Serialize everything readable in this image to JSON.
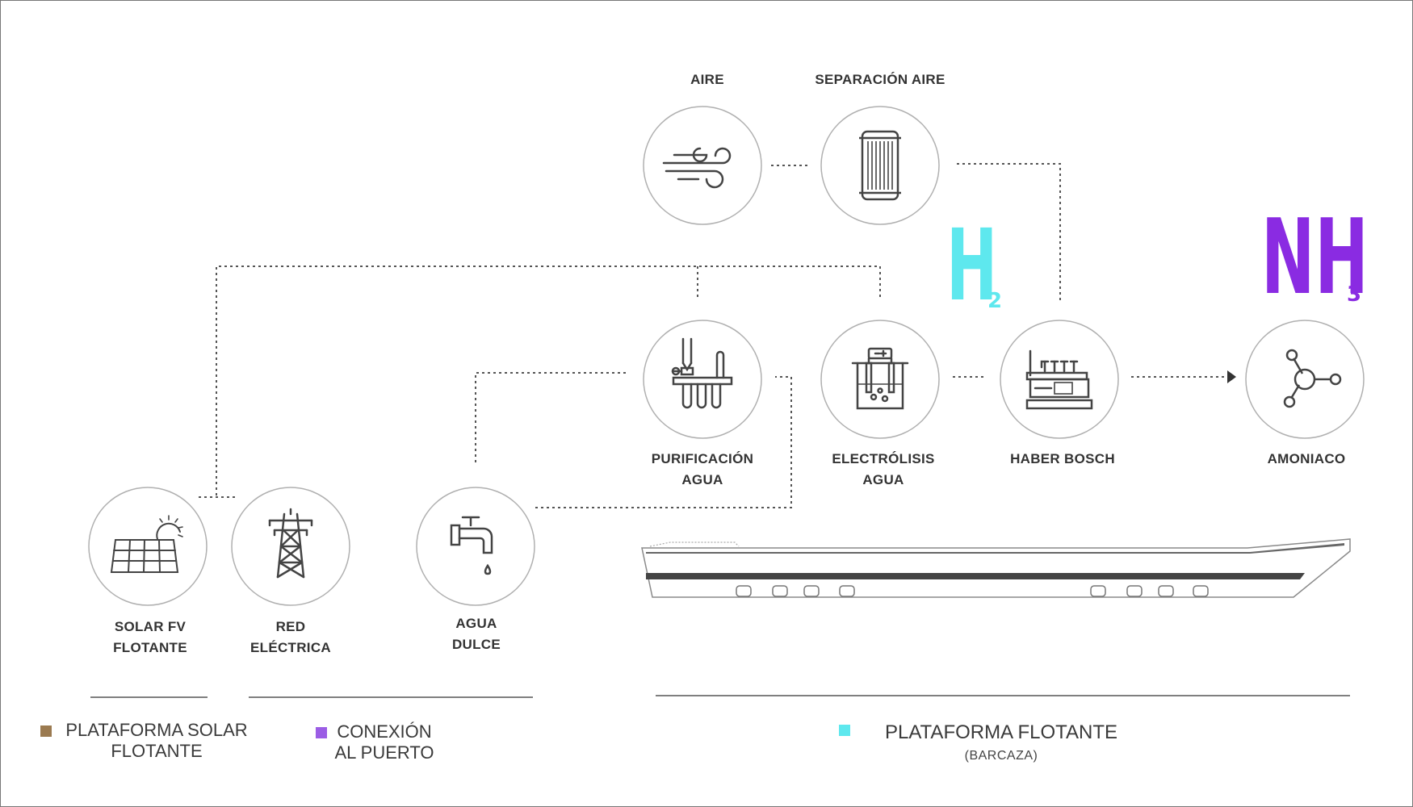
{
  "nodes": {
    "aire": {
      "label": "AIRE",
      "icon": "wind-icon"
    },
    "separacion_aire": {
      "label": "SEPARACIÓN AIRE",
      "icon": "air-filter-icon"
    },
    "purificacion_agua": {
      "label": "PURIFICACIÓN\nAGUA",
      "icon": "water-purification-icon"
    },
    "electrolisis_agua": {
      "label": "ELECTRÓLISIS\nAGUA",
      "icon": "electrolysis-icon"
    },
    "haber_bosch": {
      "label": "HABER BOSCH",
      "icon": "reactor-icon"
    },
    "amoniaco": {
      "label": "AMONIACO",
      "icon": "molecule-icon"
    },
    "solar_fv": {
      "label": "SOLAR FV\nFLOTANTE",
      "icon": "solar-panel-icon"
    },
    "red_electrica": {
      "label": "RED\nELÉCTRICA",
      "icon": "power-tower-icon"
    },
    "agua_dulce": {
      "label": "AGUA\nDULCE",
      "icon": "water-tap-icon"
    }
  },
  "formulas": {
    "h2": {
      "main": "H",
      "sub": "2",
      "color": "#5ee8ee"
    },
    "nh3": {
      "main": "NH",
      "sub": "3",
      "color": "#8a2be2"
    }
  },
  "legend": {
    "solar": {
      "label": "PLATAFORMA SOLAR\nFLOTANTE",
      "color": "#9b7a50"
    },
    "puerto": {
      "label": "CONEXIÓN\nAL PUERTO",
      "color": "#9b5de5"
    },
    "flotante": {
      "label": "PLATAFORMA FLOTANTE",
      "sub": "(BARCAZA)",
      "color": "#5ee8ee"
    }
  },
  "illustration": {
    "icon": "barge-icon"
  }
}
